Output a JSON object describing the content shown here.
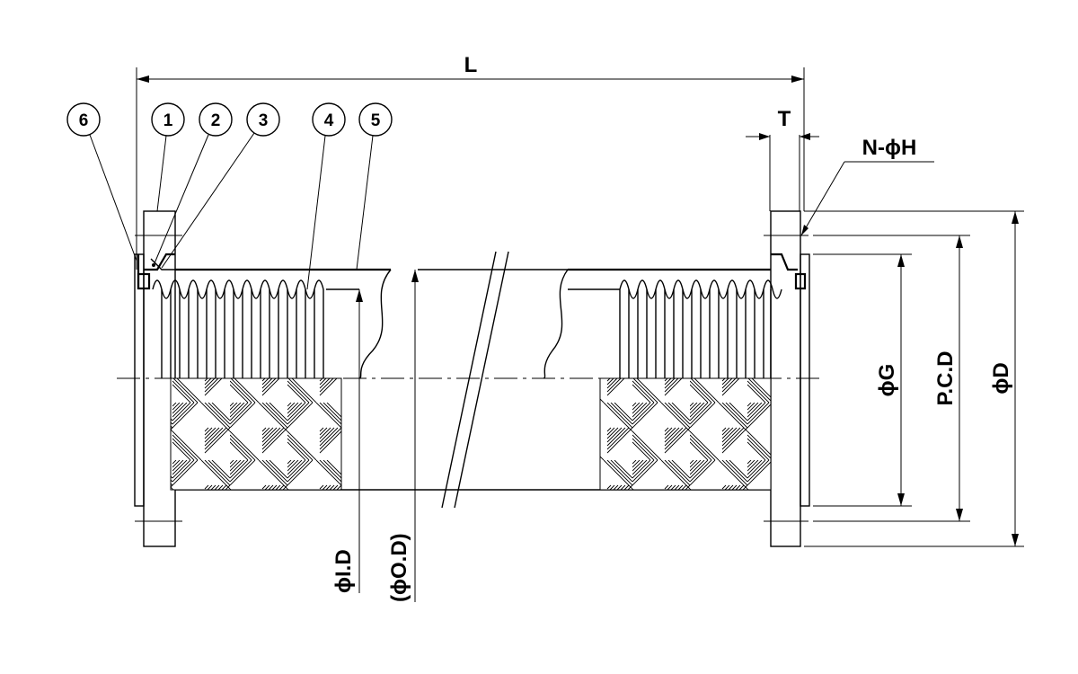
{
  "dimensions": {
    "length": "L",
    "thickness": "T",
    "bolt_holes": "N-ϕH",
    "dia_g": "ϕG",
    "pcd": "P.C.D",
    "dia_d": "ϕD",
    "inner_dia": "ϕI.D",
    "outer_dia": "(ϕO.D)"
  },
  "balloons": [
    "6",
    "1",
    "2",
    "3",
    "4",
    "5"
  ]
}
